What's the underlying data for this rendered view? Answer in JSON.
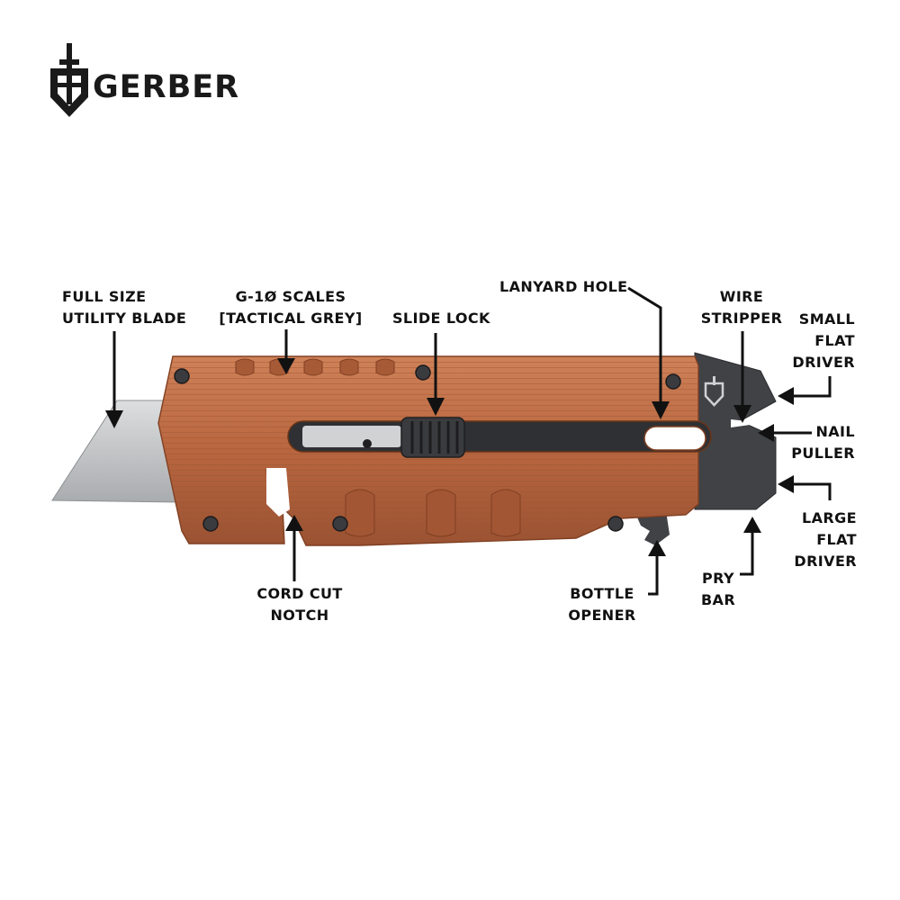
{
  "brand": {
    "name": "GERBER",
    "logo_icon": "gerber-shield-sword-icon"
  },
  "colors": {
    "handle": "#b8663f",
    "handle_dark": "#8e4a2b",
    "handle_light": "#cf8158",
    "metal_dark": "#404246",
    "blade": "#c9cbcd",
    "label": "#111111"
  },
  "labels": {
    "full_size_utility_blade": [
      "FULL SIZE",
      "UTILITY BLADE"
    ],
    "g10_scales": [
      "G-1Ø SCALES",
      "[TACTICAL GREY]"
    ],
    "slide_lock": [
      "SLIDE LOCK"
    ],
    "lanyard_hole": [
      "LANYARD HOLE"
    ],
    "wire_stripper": [
      "WIRE",
      "STRIPPER"
    ],
    "small_flat_driver": [
      "SMALL",
      "FLAT",
      "DRIVER"
    ],
    "nail_puller": [
      "NAIL",
      "PULLER"
    ],
    "large_flat_driver": [
      "LARGE",
      "FLAT",
      "DRIVER"
    ],
    "pry_bar": [
      "PRY",
      "BAR"
    ],
    "bottle_opener": [
      "BOTTLE",
      "OPENER"
    ],
    "cord_cut_notch": [
      "CORD CUT",
      "NOTCH"
    ]
  }
}
